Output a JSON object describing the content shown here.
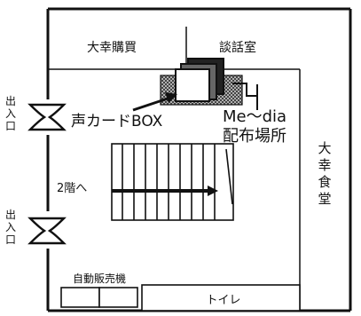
{
  "rooms": {
    "shop": "大幸購買",
    "lounge": "談話室",
    "cafeteria": "大幸食堂",
    "toilet": "トイレ",
    "vending": "自動販売機"
  },
  "entrances": {
    "top": [
      "出",
      "入",
      "口"
    ],
    "bottom": [
      "出",
      "入",
      "口"
    ]
  },
  "labels": {
    "voice_card_box": "声カードBOX",
    "media_line1": "Me～dia",
    "media_line2": "配布場所",
    "stairs": "2階へ"
  },
  "colors": {
    "line": "#111111",
    "rack_fill": "#8a8a8a",
    "paper": "#ffffff"
  }
}
